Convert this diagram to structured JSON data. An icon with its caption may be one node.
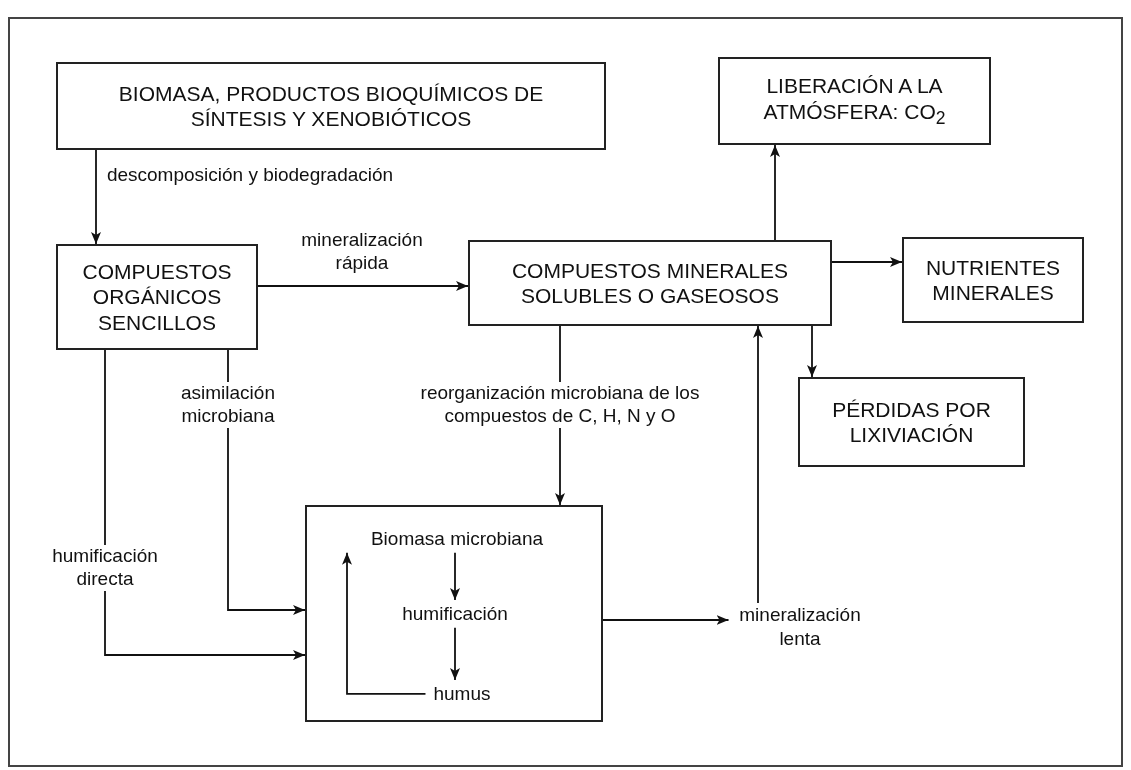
{
  "diagram": {
    "nodes": [
      {
        "text": [
          "BIOMASA, PRODUCTOS BIOQUÍMICOS DE SÍNTESIS Y XENOBIÓTICOS"
        ]
      },
      {
        "text": [
          "COMPUESTOS ORGÁNICOS SENCILLOS"
        ]
      },
      {
        "text": [
          "COMPUESTOS MINERALES SOLUBLES O GASEOSOS"
        ]
      },
      {
        "text": [
          "LIBERACIÓN A LA ATMÓSFERA: CO$_{2}$"
        ]
      },
      {
        "text": [
          "NUTRIENTES MINERALES"
        ]
      },
      {
        "text": [
          "PÉRDIDAS POR LIXIVIACIÓN"
        ]
      },
      {
        "text": [],
        "shape": "box"
      },
      {
        "text": [
          "Biomasa microbiana"
        ],
        "in": 6
      },
      {
        "text": [
          "humificación"
        ],
        "in": 6
      },
      {
        "text": [
          "humus"
        ],
        "in": 6
      },
      {
        "text": [
          "mineralización lenta"
        ]
      }
    ],
    "edges": [
      {
        "from": 0,
        "to": 1,
        "arrow": "to",
        "label": "descomposición y biodegradación"
      },
      {
        "from": 1,
        "to": 2,
        "arrow": "to",
        "label": "mineralización rápida"
      },
      {
        "from": 1,
        "to": 6,
        "arrow": "to",
        "label": "asimilación microbiana"
      },
      {
        "from": 1,
        "to": 6,
        "arrow": "to",
        "label": "humificación directa"
      },
      {
        "from": 2,
        "to": 6,
        "arrow": "to",
        "label": "reorganización microbiana de los compuestos de C, H, N y O"
      },
      {
        "from": 2,
        "to": 3,
        "arrow": "to"
      },
      {
        "from": 2,
        "to": 4,
        "arrow": "to"
      },
      {
        "from": 2,
        "to": 5,
        "arrow": "to"
      },
      {
        "from": 6,
        "to": 10,
        "arrow": "to"
      },
      {
        "from": 10,
        "to": 2,
        "arrow": "to"
      },
      {
        "from": 7,
        "to": 8,
        "arrow": "to"
      },
      {
        "from": 8,
        "to": 9,
        "arrow": "to"
      },
      {
        "from": 9,
        "to": 7,
        "arrow": "to"
      }
    ]
  }
}
